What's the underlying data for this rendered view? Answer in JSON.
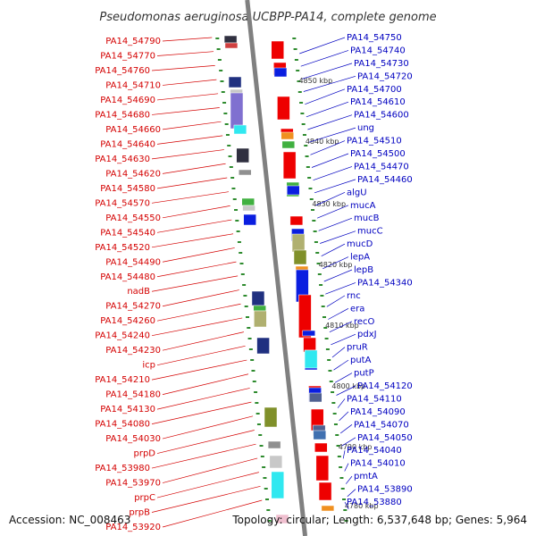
{
  "title": "Pseudomonas aeruginosa UCBPP-PA14, complete genome",
  "footer": {
    "accession": "Accession: NC_008463",
    "topology": "Topology: circular; Length: 6,537,648 bp; Genes: 5,964"
  },
  "colors": {
    "left_labels": "#d40000",
    "right_labels": "#0000c0",
    "backbone": "#808080",
    "ticks": "#2e8b2e"
  },
  "kbp_ticks": [
    "4850 kbp",
    "4840 kbp",
    "4830 kbp",
    "4820 kbp",
    "4810 kbp",
    "4800 kbp",
    "4790 kbp",
    "4780 kbp"
  ],
  "left_labels": [
    "PA14_54790",
    "PA14_54770",
    "PA14_54760",
    "PA14_54710",
    "PA14_54690",
    "PA14_54680",
    "PA14_54660",
    "PA14_54640",
    "PA14_54630",
    "PA14_54620",
    "PA14_54580",
    "PA14_54570",
    "PA14_54550",
    "PA14_54540",
    "PA14_54520",
    "PA14_54490",
    "PA14_54480",
    "nadB",
    "PA14_54270",
    "PA14_54260",
    "PA14_54240",
    "PA14_54230",
    "icp",
    "PA14_54210",
    "PA14_54180",
    "PA14_54130",
    "PA14_54080",
    "PA14_54030",
    "prpD",
    "PA14_53980",
    "PA14_53970",
    "prpC",
    "prpB",
    "PA14_53920"
  ],
  "right_labels": [
    "PA14_54750",
    "PA14_54740",
    "PA14_54730",
    "PA14_54720",
    "PA14_54700",
    "PA14_54610",
    "PA14_54600",
    "ung",
    "PA14_54510",
    "PA14_54500",
    "PA14_54470",
    "PA14_54460",
    "algU",
    "mucA",
    "mucB",
    "mucC",
    "mucD",
    "lepA",
    "lepB",
    "PA14_54340",
    "rnc",
    "era",
    "recO",
    "pdxJ",
    "pruR",
    "putA",
    "putP",
    "PA14_54120",
    "PA14_54110",
    "PA14_54090",
    "PA14_54070",
    "PA14_54050",
    "PA14_54040",
    "PA14_54010",
    "pmtA",
    "PA14_53890",
    "PA14_53880"
  ]
}
